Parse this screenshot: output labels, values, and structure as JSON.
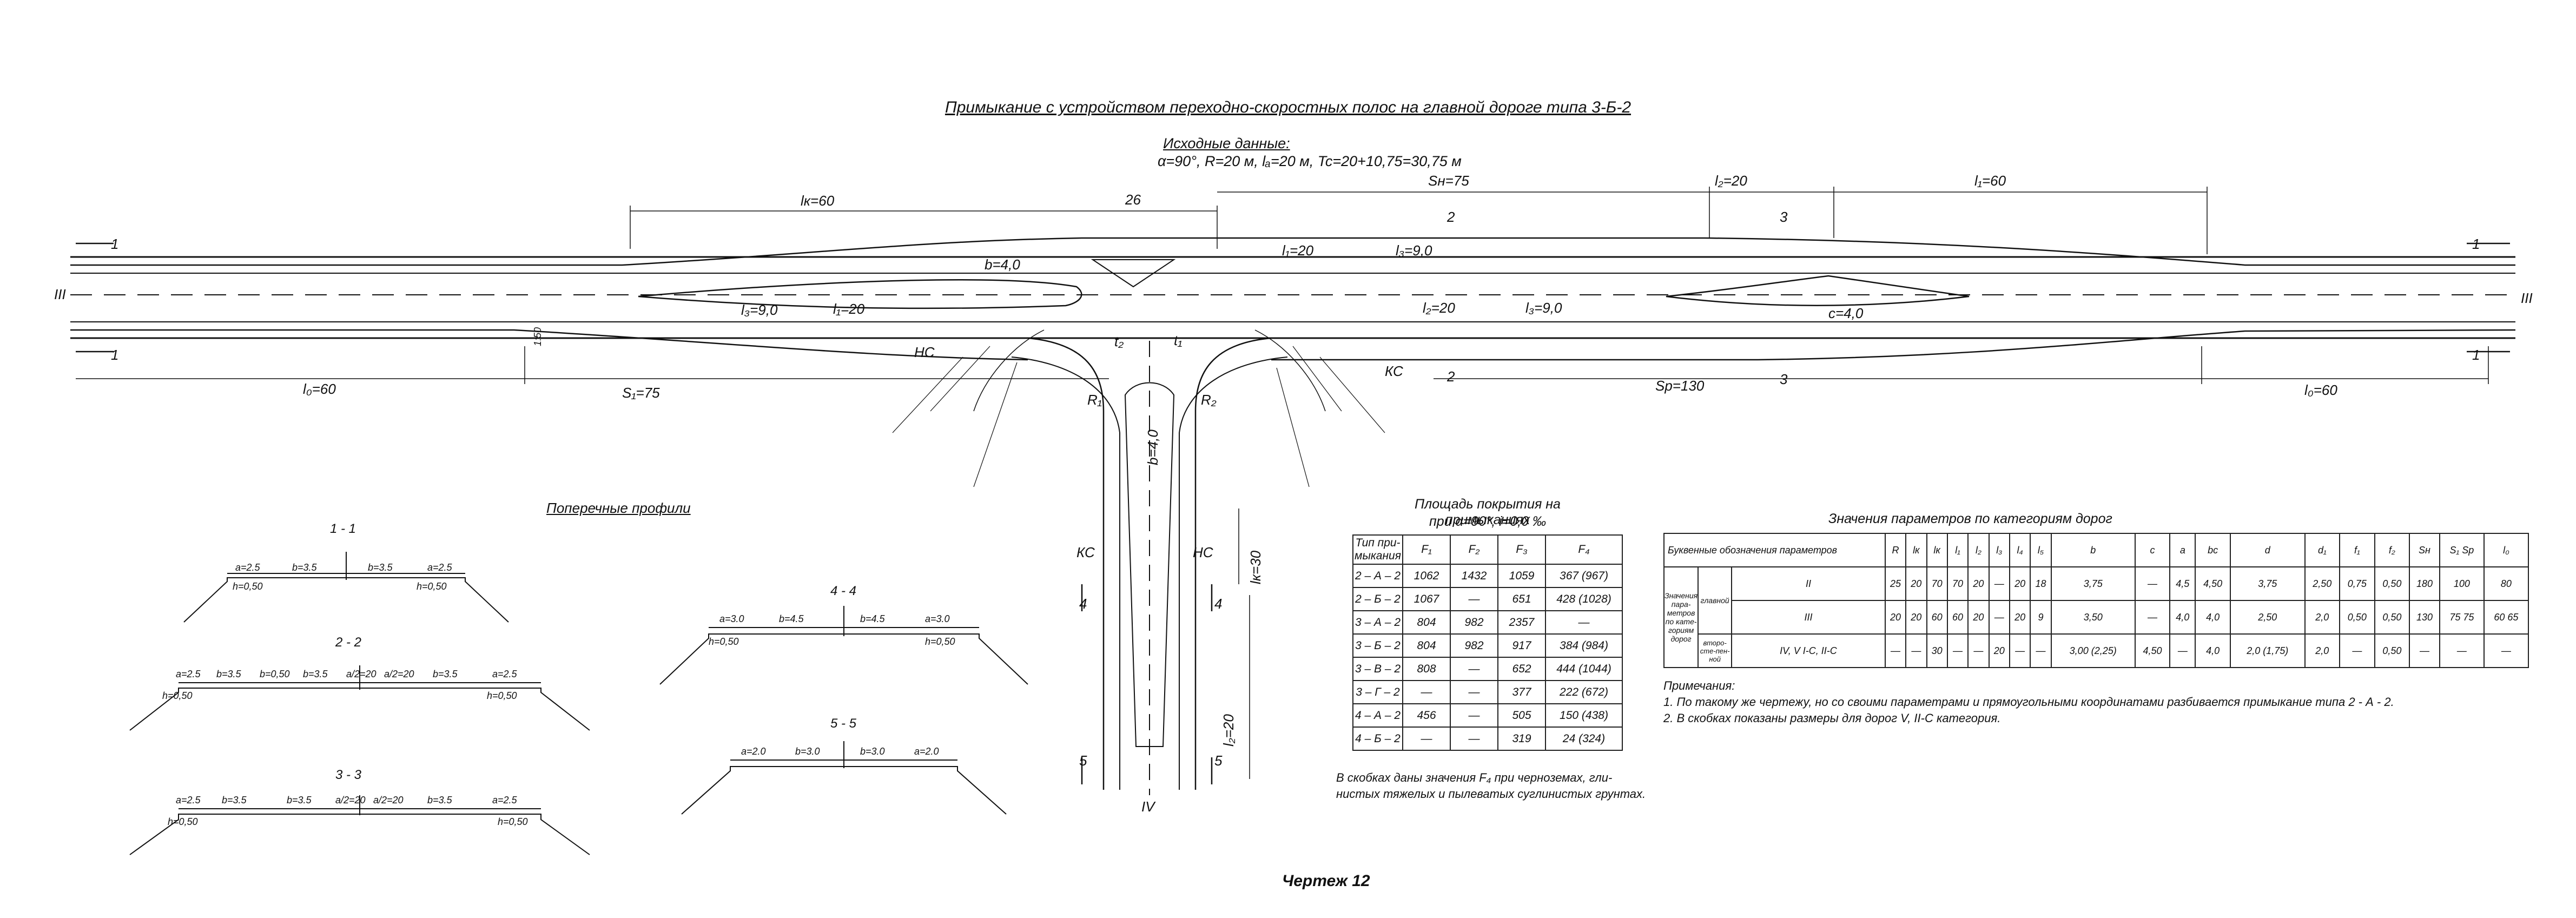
{
  "title": "Примыкание с устройством переходно-скоростных полос на главной дороге типа 3-Б-2",
  "source": {
    "heading": "Исходные данные:",
    "line": "α=90°, R=20 м, lₐ=20 м, Tc=20+10,75=30,75 м"
  },
  "plan": {
    "labels": {
      "lk60": "lк=60",
      "d26": "26",
      "sn75": "Sн=75",
      "l2_20_top": "l₂=20",
      "l1_60_top": "l₁=60",
      "b40": "b=4,0",
      "c40": "c=4,0",
      "l1_20_a": "l₁=20",
      "l3_90_a": "l₃=9,0",
      "l3_90_b": "l₃=9,0",
      "l1_20_b": "l₁=20",
      "l2_20_b": "l₂=20",
      "l3_90_c": "l₃=9,0",
      "l0_60_l": "l₀=60",
      "s1_75": "S₁=75",
      "sp130": "Sр=130",
      "l0_60_r": "l₀=60",
      "sec1": "1",
      "sec2": "2",
      "sec3": "3",
      "sec4": "4",
      "sec5": "5",
      "roadIII": "III",
      "roadIV": "IV",
      "nc": "НС",
      "kc": "КС",
      "lk30": "lк=30",
      "lb20": "l₂=20",
      "b40v": "b=4,0",
      "d150": "1:50",
      "r1": "R₁",
      "r2": "R₂",
      "t2": "t₂",
      "t1": "t₁"
    }
  },
  "profiles": {
    "heading": "Поперечные профили",
    "p11": {
      "title": "1 - 1",
      "dims": [
        "a=2.5",
        "b=3.5",
        "b=3.5",
        "a=2.5"
      ],
      "side": [
        "h=0,50",
        "h=0,50"
      ]
    },
    "p22": {
      "title": "2 - 2",
      "dims": [
        "a=2.5",
        "b=3.5",
        "b=0,50",
        "b=3.5",
        "a/2=20",
        "a/2=20",
        "b=3.5",
        "a=2.5"
      ],
      "side": [
        "h=0,50",
        "h=0,50"
      ]
    },
    "p33": {
      "title": "3 - 3",
      "dims": [
        "a=2.5",
        "b=3.5",
        "b=3.5",
        "a/2=20",
        "a/2=20",
        "b=3.5",
        "a=2.5"
      ],
      "side": [
        "h=0,50",
        "h=0,50"
      ]
    },
    "p44": {
      "title": "4 - 4",
      "dims": [
        "a=3.0",
        "b=4.5",
        "b=4.5",
        "a=3.0"
      ],
      "side": [
        "h=0,50",
        "h=0,50"
      ]
    },
    "p55": {
      "title": "5 - 5",
      "dims": [
        "a=2.0",
        "b=3.0",
        "b=3.0",
        "a=2.0"
      ]
    }
  },
  "area_table": {
    "heading1": "Площадь покрытия на примыканиях",
    "heading2": "при α=90°, i=0,0 ‰",
    "columns": [
      "Тип при-мыкания",
      "F₁",
      "F₂",
      "F₃",
      "F₄"
    ],
    "rows": [
      [
        "2 – А – 2",
        "1062",
        "1432",
        "1059",
        "367 (967)"
      ],
      [
        "2 – Б – 2",
        "1067",
        "—",
        "651",
        "428 (1028)"
      ],
      [
        "3 – А – 2",
        "804",
        "982",
        "2357",
        "—"
      ],
      [
        "3 – Б – 2",
        "804",
        "982",
        "917",
        "384 (984)"
      ],
      [
        "3 – В – 2",
        "808",
        "—",
        "652",
        "444 (1044)"
      ],
      [
        "3 – Г – 2",
        "—",
        "—",
        "377",
        "222 (672)"
      ],
      [
        "4 – А – 2",
        "456",
        "—",
        "505",
        "150 (438)"
      ],
      [
        "4 – Б – 2",
        "—",
        "—",
        "319",
        "24 (324)"
      ]
    ],
    "footnote1": "В скобках даны значения F₄ при черноземах, гли-",
    "footnote2": "нистых тяжелых и пылеватых суглинистых грунтах."
  },
  "param_table": {
    "heading": "Значения параметров по категориям дорог",
    "corner": "Буквенные обозначения параметров",
    "columns": [
      "R",
      "lк",
      "lк",
      "l₁",
      "l₂",
      "l₃",
      "l₄",
      "l₅",
      "b",
      "c",
      "a",
      "bс",
      "d",
      "d₁",
      "f₁",
      "f₂",
      "Sн",
      "S₁ Sр",
      "l₀"
    ],
    "side_main": "Значения пара-метров по кате-гориям дорог",
    "side_main2": "главной",
    "side_sec": "второ-сте-пен-ной",
    "rows": [
      {
        "cat": "II",
        "values": [
          "25",
          "20",
          "70",
          "70",
          "20",
          "—",
          "20",
          "18",
          "3,75",
          "—",
          "4,5",
          "4,50",
          "3,75",
          "2,50",
          "0,75",
          "0,50",
          "180",
          "100",
          "80"
        ]
      },
      {
        "cat": "III",
        "values": [
          "20",
          "20",
          "60",
          "60",
          "20",
          "—",
          "20",
          "9",
          "3,50",
          "—",
          "4,0",
          "4,0",
          "2,50",
          "2,0",
          "0,50",
          "0,50",
          "130",
          "75 75",
          "60 65"
        ]
      },
      {
        "cat": "IV, V I-C, II-C",
        "values": [
          "—",
          "—",
          "30",
          "—",
          "—",
          "20",
          "—",
          "—",
          "3,00 (2,25)",
          "4,50",
          "—",
          "4,0",
          "2,0 (1,75)",
          "2,0",
          "—",
          "0,50",
          "—",
          "—",
          "—"
        ]
      }
    ]
  },
  "notes": {
    "heading": "Примечания:",
    "n1": "1. По такому же чертежу, но со своими параметрами и прямоугольными координатами разбивается примыкание типа 2 - А - 2.",
    "n2": "2. В скобках показаны размеры для дорог V, II-С категория."
  },
  "sheet": "Чертеж 12"
}
